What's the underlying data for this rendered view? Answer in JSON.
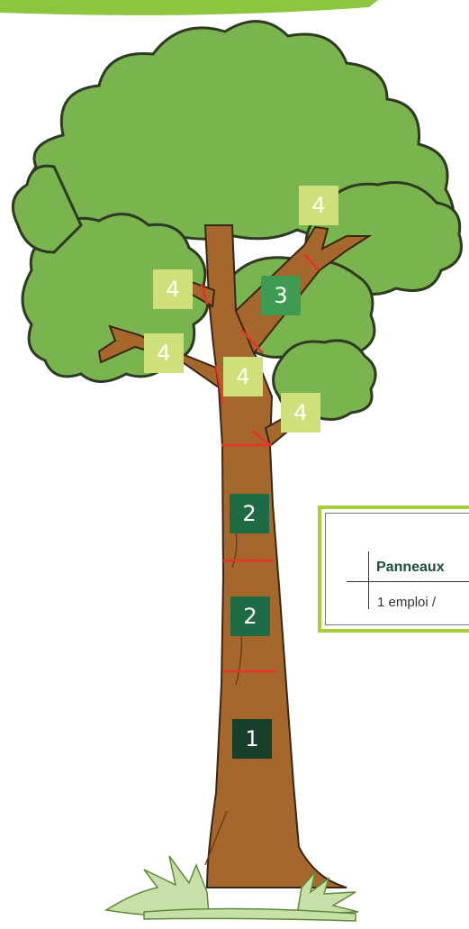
{
  "labels": [
    "4",
    "4",
    "3",
    "4",
    "4",
    "4",
    "2",
    "2",
    "1"
  ],
  "table": {
    "header": "Panneaux",
    "row": "1 emploi /"
  },
  "colors": {
    "light_box": "#cfe07a",
    "mid_box": "#3f9a52",
    "dark_box": "#1f6b45",
    "darkest_box": "#163f2c",
    "foliage": "#75b04a",
    "trunk": "#a5672c",
    "cut_lines": "#e8322b",
    "frame": "#a7cf3a"
  }
}
